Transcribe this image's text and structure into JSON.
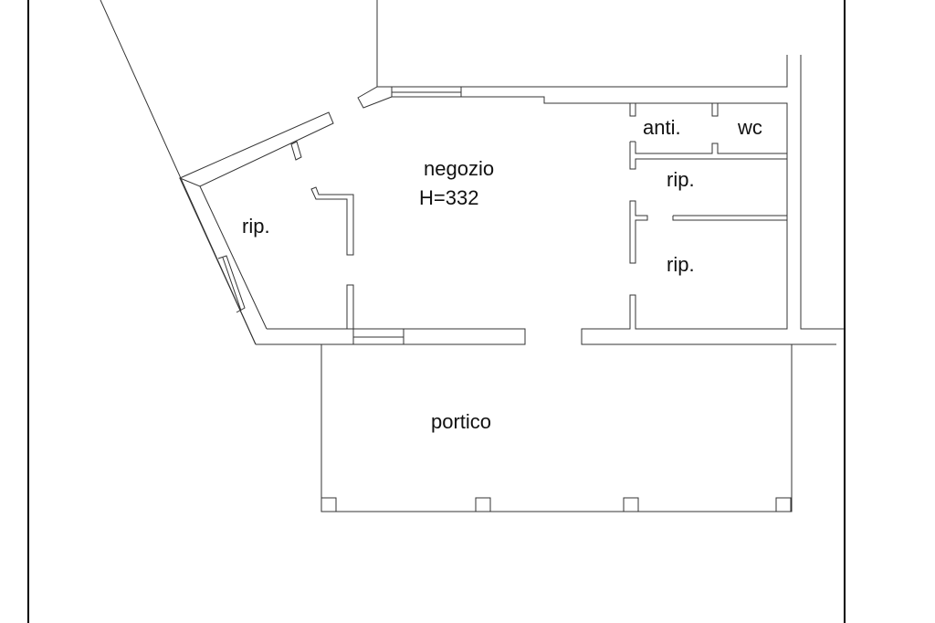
{
  "plan": {
    "rooms": {
      "shop": "negozio",
      "shop_height": "H=332",
      "storage_left": "rip.",
      "anteroom": "anti.",
      "wc": "wc",
      "storage_right_upper": "rip.",
      "storage_right_lower": "rip.",
      "porch": "portico"
    }
  }
}
